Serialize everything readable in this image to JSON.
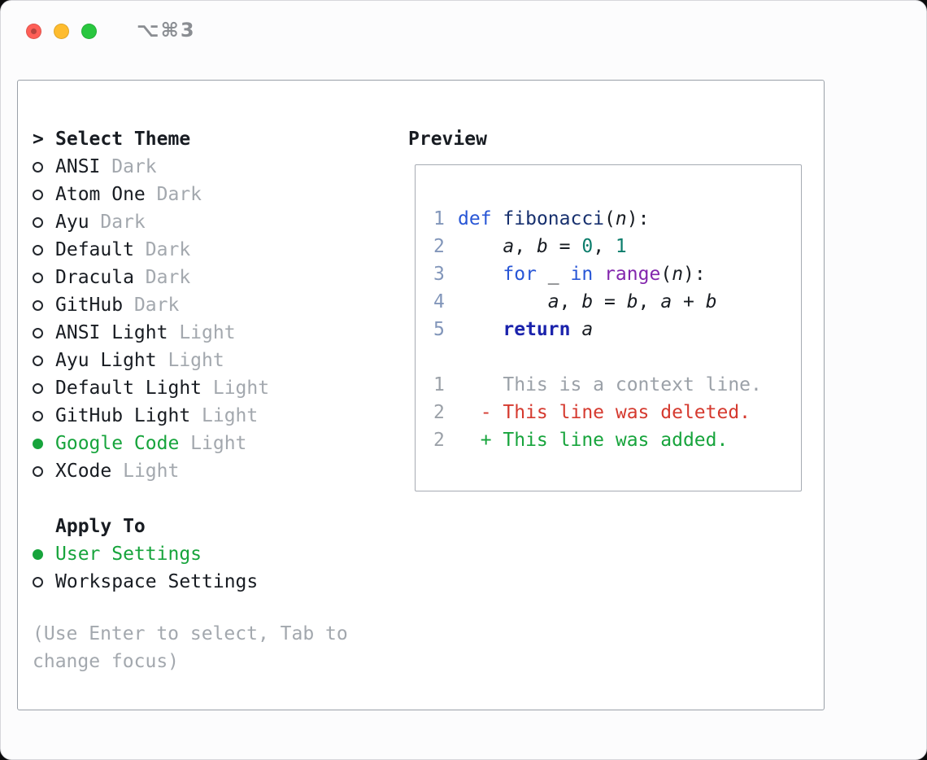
{
  "window": {
    "title": "⌥⌘3"
  },
  "theme_picker": {
    "heading_marker": ">",
    "heading": "Select Theme",
    "items": [
      {
        "name": "ANSI",
        "variant": "Dark",
        "selected": false
      },
      {
        "name": "Atom One",
        "variant": "Dark",
        "selected": false
      },
      {
        "name": "Ayu",
        "variant": "Dark",
        "selected": false
      },
      {
        "name": "Default",
        "variant": "Dark",
        "selected": false
      },
      {
        "name": "Dracula",
        "variant": "Dark",
        "selected": false
      },
      {
        "name": "GitHub",
        "variant": "Dark",
        "selected": false
      },
      {
        "name": "ANSI Light",
        "variant": "Light",
        "selected": false
      },
      {
        "name": "Ayu Light",
        "variant": "Light",
        "selected": false
      },
      {
        "name": "Default Light",
        "variant": "Light",
        "selected": false
      },
      {
        "name": "GitHub Light",
        "variant": "Light",
        "selected": false
      },
      {
        "name": "Google Code",
        "variant": "Light",
        "selected": true
      },
      {
        "name": "XCode",
        "variant": "Light",
        "selected": false
      }
    ]
  },
  "apply_to": {
    "heading": "Apply To",
    "options": [
      {
        "label": "User Settings",
        "selected": true
      },
      {
        "label": "Workspace Settings",
        "selected": false
      }
    ]
  },
  "hint_lines": [
    "(Use Enter to select, Tab to",
    "change focus)"
  ],
  "preview": {
    "heading": "Preview",
    "code_lines": [
      {
        "num": "1",
        "tokens": [
          [
            "def",
            "kw"
          ],
          [
            " ",
            "pln"
          ],
          [
            "fibonacci",
            "fn"
          ],
          [
            "(",
            "pln"
          ],
          [
            "n",
            "var"
          ],
          [
            "):",
            "pln"
          ]
        ]
      },
      {
        "num": "2",
        "tokens": [
          [
            "    ",
            "pln"
          ],
          [
            "a",
            "var"
          ],
          [
            ", ",
            "pln"
          ],
          [
            "b",
            "var"
          ],
          [
            " = ",
            "pln"
          ],
          [
            "0",
            "num"
          ],
          [
            ", ",
            "pln"
          ],
          [
            "1",
            "num"
          ]
        ]
      },
      {
        "num": "3",
        "tokens": [
          [
            "    ",
            "pln"
          ],
          [
            "for",
            "kw"
          ],
          [
            " ",
            "pln"
          ],
          [
            "_",
            "pln"
          ],
          [
            " ",
            "pln"
          ],
          [
            "in",
            "kw"
          ],
          [
            " ",
            "pln"
          ],
          [
            "range",
            "typ"
          ],
          [
            "(",
            "pln"
          ],
          [
            "n",
            "var"
          ],
          [
            "):",
            "pln"
          ]
        ]
      },
      {
        "num": "4",
        "tokens": [
          [
            "        ",
            "pln"
          ],
          [
            "a",
            "var"
          ],
          [
            ", ",
            "pln"
          ],
          [
            "b",
            "var"
          ],
          [
            " = ",
            "pln"
          ],
          [
            "b",
            "var"
          ],
          [
            ", ",
            "pln"
          ],
          [
            "a",
            "var"
          ],
          [
            " + ",
            "pln"
          ],
          [
            "b",
            "var"
          ]
        ]
      },
      {
        "num": "5",
        "tokens": [
          [
            "    ",
            "pln"
          ],
          [
            "return",
            "ret"
          ],
          [
            " ",
            "pln"
          ],
          [
            "a",
            "var"
          ]
        ]
      }
    ],
    "diff_lines": [
      {
        "num": "1",
        "tokens": [
          [
            "    This is a context line.",
            "ctx"
          ]
        ]
      },
      {
        "num": "2",
        "tokens": [
          [
            "  - This line was deleted.",
            "del"
          ]
        ]
      },
      {
        "num": "2",
        "tokens": [
          [
            "  + This line was added.",
            "add"
          ]
        ]
      }
    ]
  },
  "colors": {
    "ink": "#181c22",
    "gray": "#a3a8ae",
    "green": "#17a43c",
    "red": "#d53a2f",
    "kw": "#2856d6",
    "ret": "#1b23ac",
    "fn": "#17306e",
    "num": "#0c7d6c",
    "typ": "#8326ad",
    "ln": "#8296ba",
    "ln_diff": "#9ba1a8",
    "ctx": "#9ba1a8",
    "border": "#9aa0a8",
    "preview_border": "#a6abb3",
    "title": "#8a8d92",
    "close": "#ff5f57",
    "minimize": "#febc2e",
    "zoom": "#29c73f"
  }
}
